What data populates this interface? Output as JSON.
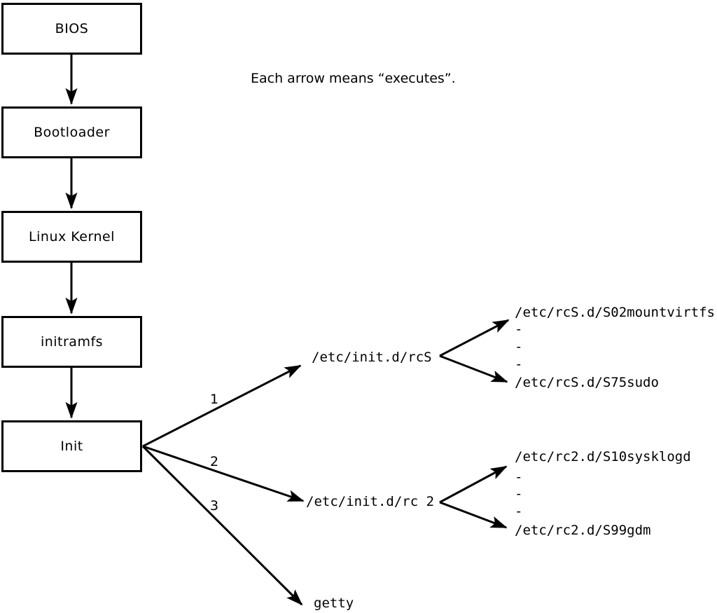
{
  "note": "Each arrow means “executes”.",
  "flow": {
    "boxes": [
      {
        "label": "BIOS"
      },
      {
        "label": "Bootloader"
      },
      {
        "label": "Linux Kernel"
      },
      {
        "label": "initramfs"
      },
      {
        "label": "Init"
      }
    ]
  },
  "init_branches": [
    {
      "number": "1",
      "target": "/etc/init.d/rcS"
    },
    {
      "number": "2",
      "target": "/etc/init.d/rc 2"
    },
    {
      "number": "3",
      "target": "getty"
    }
  ],
  "rcS_scripts": {
    "first": "/etc/rcS.d/S02mountvirtfs",
    "dashes": [
      "-",
      "-",
      "-"
    ],
    "last": "/etc/rcS.d/S75sudo"
  },
  "rc2_scripts": {
    "first": "/etc/rc2.d/S10sysklogd",
    "dashes": [
      "-",
      "-",
      "-"
    ],
    "last": "/etc/rc2.d/S99gdm"
  },
  "colors": {
    "ink": "#000000",
    "background": "#ffffff"
  }
}
